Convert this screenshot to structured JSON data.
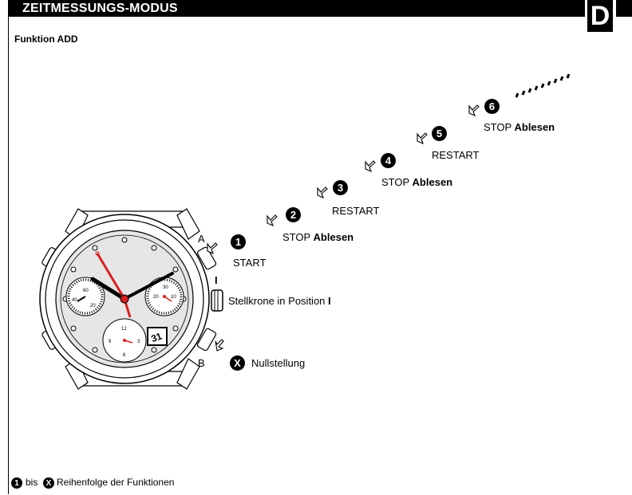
{
  "header": {
    "title": "ZEITMESSUNGS-MODUS",
    "language_letter": "D"
  },
  "subtitle": "Funktion ADD",
  "watch": {
    "button_a_label": "A",
    "button_b_label": "B",
    "crown_position_marker": "I",
    "dial_left_numbers": [
      "60",
      "40",
      "20"
    ],
    "dial_right_numbers": [
      "30",
      "20",
      "10"
    ],
    "dial_bottom_numbers": [
      "12",
      "9",
      "3",
      "6"
    ],
    "date_window": "31"
  },
  "steps": [
    {
      "badge": "1",
      "text": "START",
      "bold": ""
    },
    {
      "badge": "2",
      "text": "STOP ",
      "bold": "Ablesen"
    },
    {
      "badge": "3",
      "text": "RESTART",
      "bold": ""
    },
    {
      "badge": "4",
      "text": "STOP ",
      "bold": "Ablesen"
    },
    {
      "badge": "5",
      "text": "RESTART",
      "bold": ""
    },
    {
      "badge": "6",
      "text": "STOP ",
      "bold": "Ablesen"
    }
  ],
  "crown": {
    "text": "Stellkrone in Position ",
    "bold": "I"
  },
  "reset": {
    "badge": "X",
    "text": "Nullstellung"
  },
  "footer": {
    "from_badge": "1",
    "middle": "bis",
    "to_badge": "X",
    "text": "Reihenfolge der Funktionen"
  },
  "colors": {
    "hand_red": "#d81e1e",
    "dial_grey": "#e6e6e6"
  }
}
